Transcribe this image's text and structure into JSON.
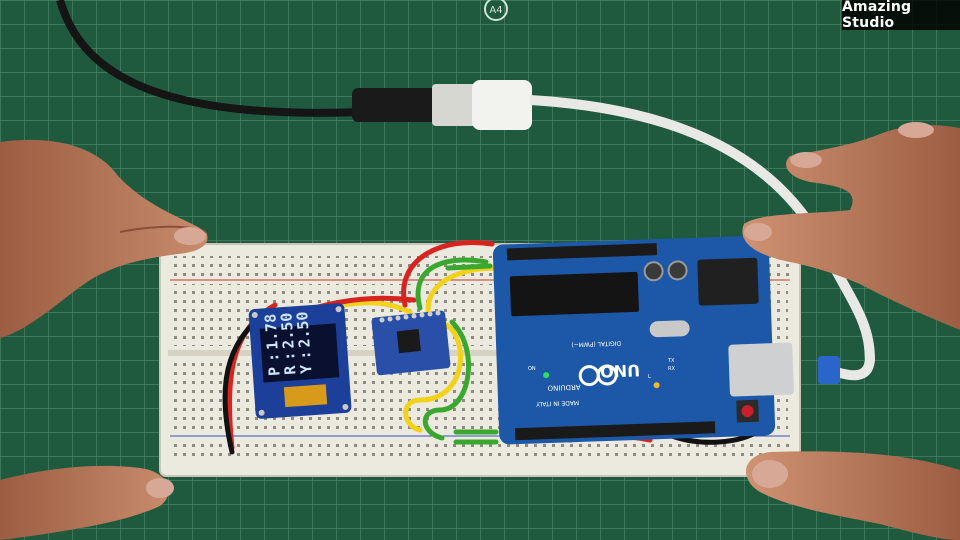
{
  "watermark": "Amazing Studio",
  "mat": {
    "corner_label": "A4"
  },
  "oled": {
    "rows": [
      {
        "label": "P",
        "sep": ":",
        "value": "1.78"
      },
      {
        "label": "R",
        "sep": ":",
        "value": "2.50"
      },
      {
        "label": "Y",
        "sep": ":",
        "value": "2.50"
      }
    ]
  },
  "arduino": {
    "logo_text": "UNO",
    "brand": "ARDUINO",
    "made_in": "MADE IN ITALY",
    "digital_label": "DIGITAL (PWM~)",
    "led_labels": [
      "TX",
      "RX",
      "ON",
      "L"
    ]
  },
  "colors": {
    "mat": "#1f5a3f",
    "grid": "#4f8a6a",
    "breadboard": "#ece9df",
    "arduino_board": "#1d58a8",
    "oled_pcb": "#1c3f9a",
    "oled_screen": "#0a1030",
    "oled_text": "#cfe6ff",
    "wire_red": "#d8231f",
    "wire_yellow": "#f2d21a",
    "wire_green": "#3aa82f",
    "skin": "#b87a5c"
  }
}
